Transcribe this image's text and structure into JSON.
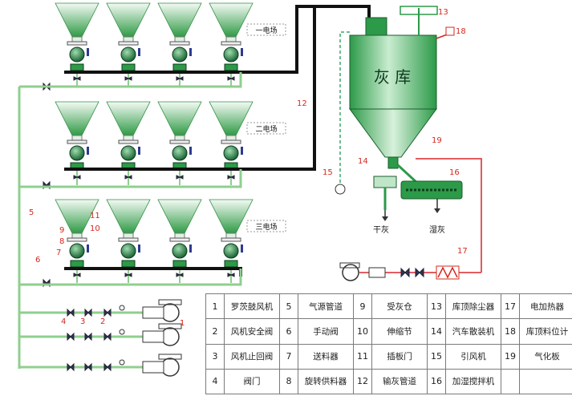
{
  "plants": [
    "一电场",
    "二电场",
    "三电场"
  ],
  "silo_title": "灰 库",
  "outlet_dry": "干灰",
  "outlet_wet": "湿灰",
  "callouts": {
    "n1": "1",
    "n2": "2",
    "n3": "3",
    "n4": "4",
    "n5": "5",
    "n6": "6",
    "n7": "7",
    "n8": "8",
    "n9": "9",
    "n10": "10",
    "n11": "11",
    "n12": "12",
    "n13": "13",
    "n14": "14",
    "n15": "15",
    "n16": "16",
    "n17": "17",
    "n18": "18",
    "n19": "19"
  },
  "legend": [
    [
      {
        "num": "1",
        "name": "罗茨鼓风机"
      },
      {
        "num": "5",
        "name": "气源管道"
      },
      {
        "num": "9",
        "name": "受灰仓"
      },
      {
        "num": "13",
        "name": "库顶除尘器"
      },
      {
        "num": "17",
        "name": "电加热器"
      }
    ],
    [
      {
        "num": "2",
        "name": "风机安全阀"
      },
      {
        "num": "6",
        "name": "手动阀"
      },
      {
        "num": "10",
        "name": "伸缩节"
      },
      {
        "num": "14",
        "name": "汽车散装机"
      },
      {
        "num": "18",
        "name": "库顶料位计"
      }
    ],
    [
      {
        "num": "3",
        "name": "风机止回阀"
      },
      {
        "num": "7",
        "name": "送料器"
      },
      {
        "num": "11",
        "name": "插板门"
      },
      {
        "num": "15",
        "name": "引风机"
      },
      {
        "num": "19",
        "name": "气化板"
      }
    ],
    [
      {
        "num": "4",
        "name": "阀门"
      },
      {
        "num": "8",
        "name": "旋转供料器"
      },
      {
        "num": "12",
        "name": "输灰管道"
      },
      {
        "num": "16",
        "name": "加湿搅拌机"
      },
      {
        "num": "",
        "name": ""
      }
    ]
  ],
  "colors": {
    "air_pipe": "#8fcf8f",
    "ash_pipe": "#111111",
    "heater_pipe": "#e0454a",
    "callout": "#d6281f",
    "hopper_top": "#f4faf4",
    "hopper_bottom": "#2f9a45"
  }
}
